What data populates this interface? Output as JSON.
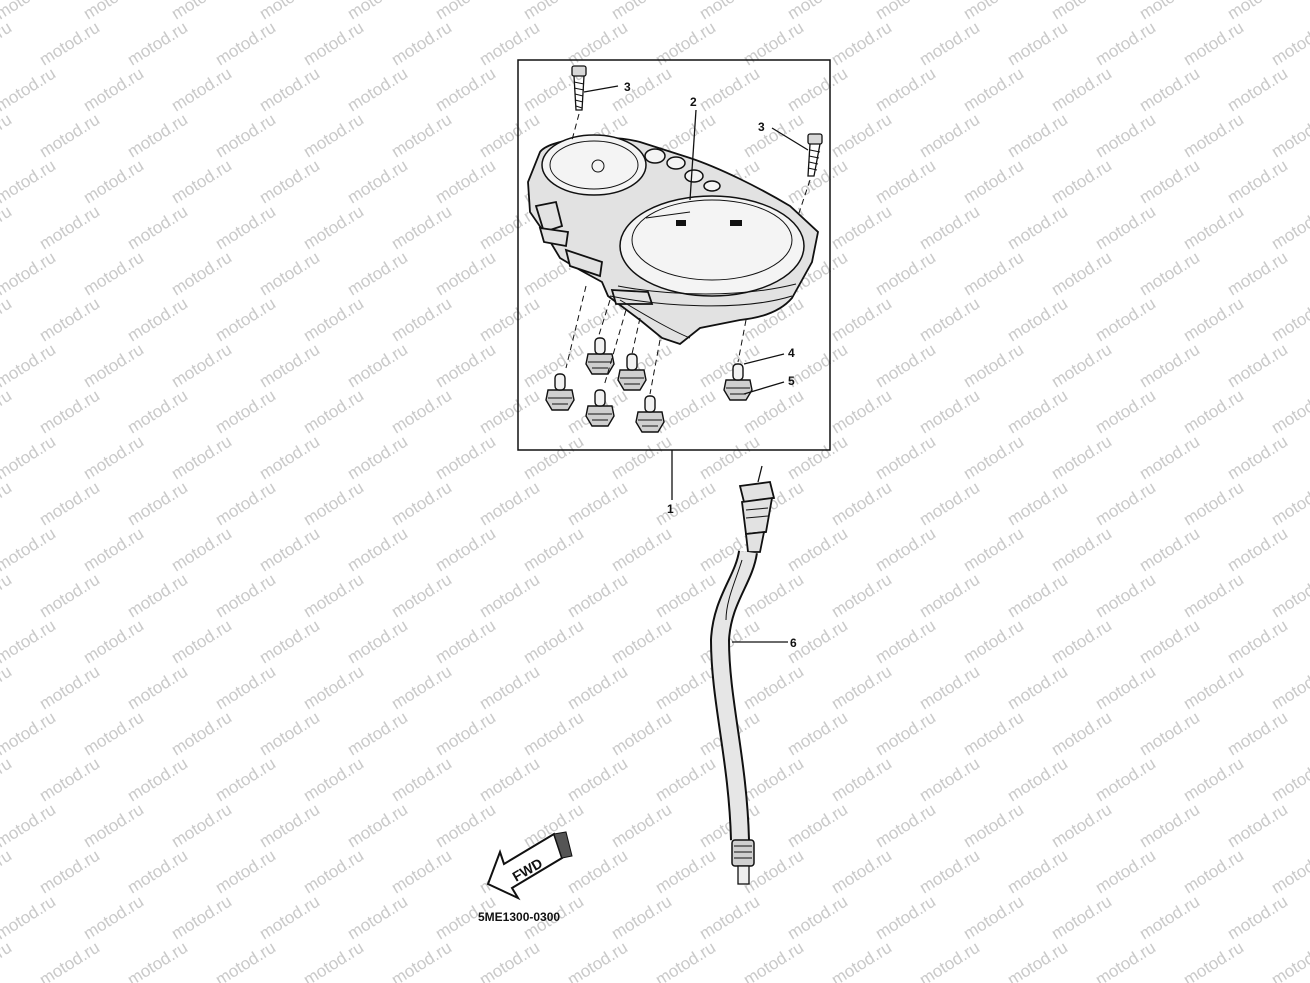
{
  "watermark": {
    "text": "motod.ru",
    "color": "#c9c9c9"
  },
  "diagram": {
    "part_code": "5ME1300-0300",
    "direction_arrow_label": "FWD",
    "callouts": [
      {
        "id": "c1",
        "label": "1",
        "part": "meter assembly"
      },
      {
        "id": "c2",
        "label": "2",
        "part": "meter lens / housing"
      },
      {
        "id": "c3a",
        "label": "3",
        "part": "screw"
      },
      {
        "id": "c3b",
        "label": "3",
        "part": "screw"
      },
      {
        "id": "c4",
        "label": "4",
        "part": "bulb"
      },
      {
        "id": "c5",
        "label": "5",
        "part": "bulb socket"
      },
      {
        "id": "c6",
        "label": "6",
        "part": "speedometer cable"
      }
    ]
  },
  "colors": {
    "line": "#111111",
    "body_fill": "#e2e2e2",
    "background": "#ffffff"
  }
}
